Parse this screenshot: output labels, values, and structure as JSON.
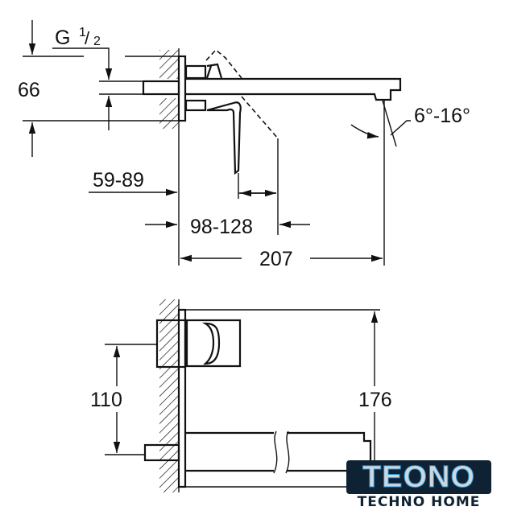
{
  "top_view": {
    "thread_label": "G",
    "thread_num": "1",
    "thread_den": "2",
    "dim_height": "66",
    "dim_angle": "6°-16°",
    "dim_wall_depth": "59-89",
    "dim_lever": "98-128",
    "dim_projection": "207"
  },
  "front_view": {
    "dim_axis_distance": "110",
    "dim_plate_height": "176"
  },
  "logo": {
    "brand": "TEONO",
    "tagline": "TECHNO HOME",
    "accent": "#1d8fd6",
    "dark": "#0f2233"
  }
}
